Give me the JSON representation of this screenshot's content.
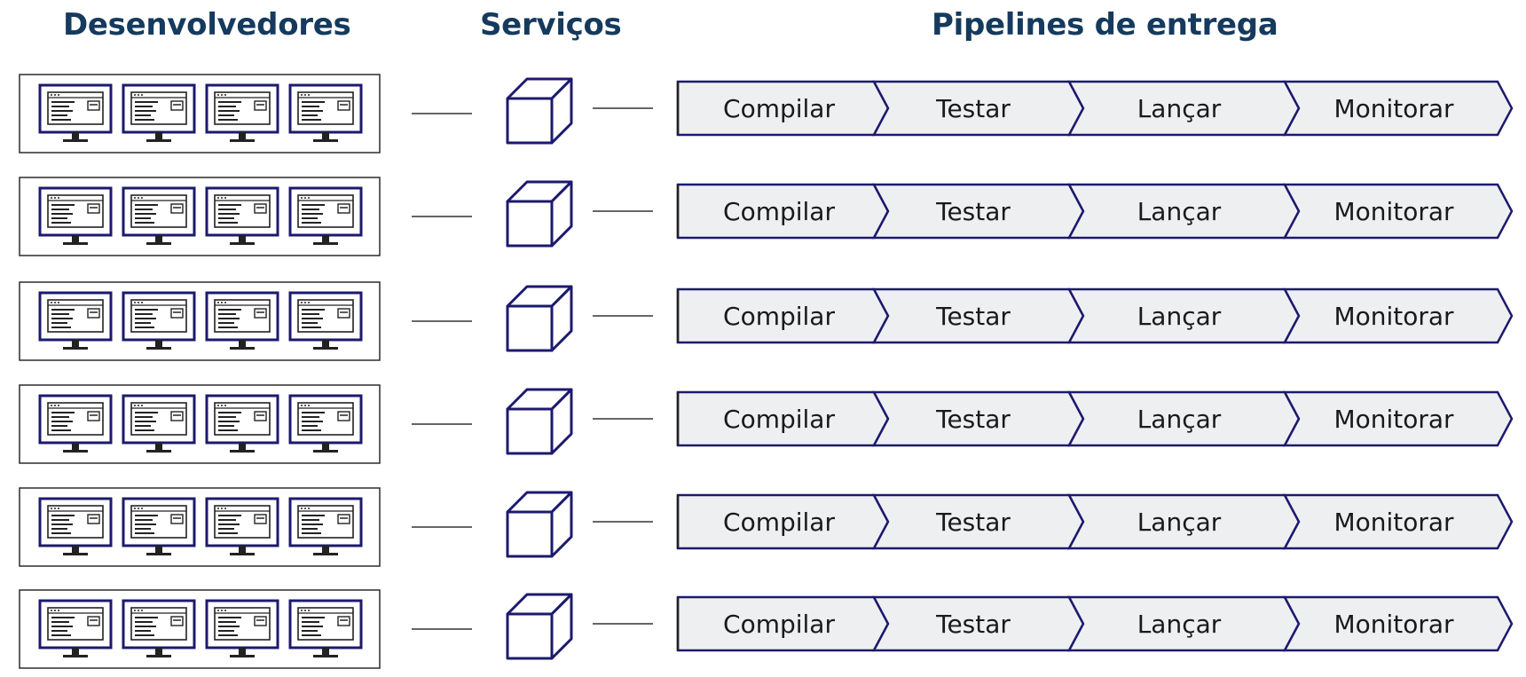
{
  "headings": {
    "developers": "Desenvolvedores",
    "services": "Serviços",
    "pipelines": "Pipelines de entrega"
  },
  "monitors_per_group": 4,
  "rows": [
    {
      "stages": [
        "Compilar",
        "Testar",
        "Lançar",
        "Monitorar"
      ]
    },
    {
      "stages": [
        "Compilar",
        "Testar",
        "Lançar",
        "Monitorar"
      ]
    },
    {
      "stages": [
        "Compilar",
        "Testar",
        "Lançar",
        "Monitorar"
      ]
    },
    {
      "stages": [
        "Compilar",
        "Testar",
        "Lançar",
        "Monitorar"
      ]
    },
    {
      "stages": [
        "Compilar",
        "Testar",
        "Lançar",
        "Monitorar"
      ]
    },
    {
      "stages": [
        "Compilar",
        "Testar",
        "Lançar",
        "Monitorar"
      ]
    }
  ],
  "icons": {
    "developer": "monitor-icon",
    "service": "cube-icon"
  },
  "colors": {
    "heading": "#153a5e",
    "monitor_frame": "#1c1a6e",
    "pipeline_outline": "#1c1a6e",
    "pipeline_fill": "#eeeff1",
    "cube_outline": "#1c1a6e"
  }
}
